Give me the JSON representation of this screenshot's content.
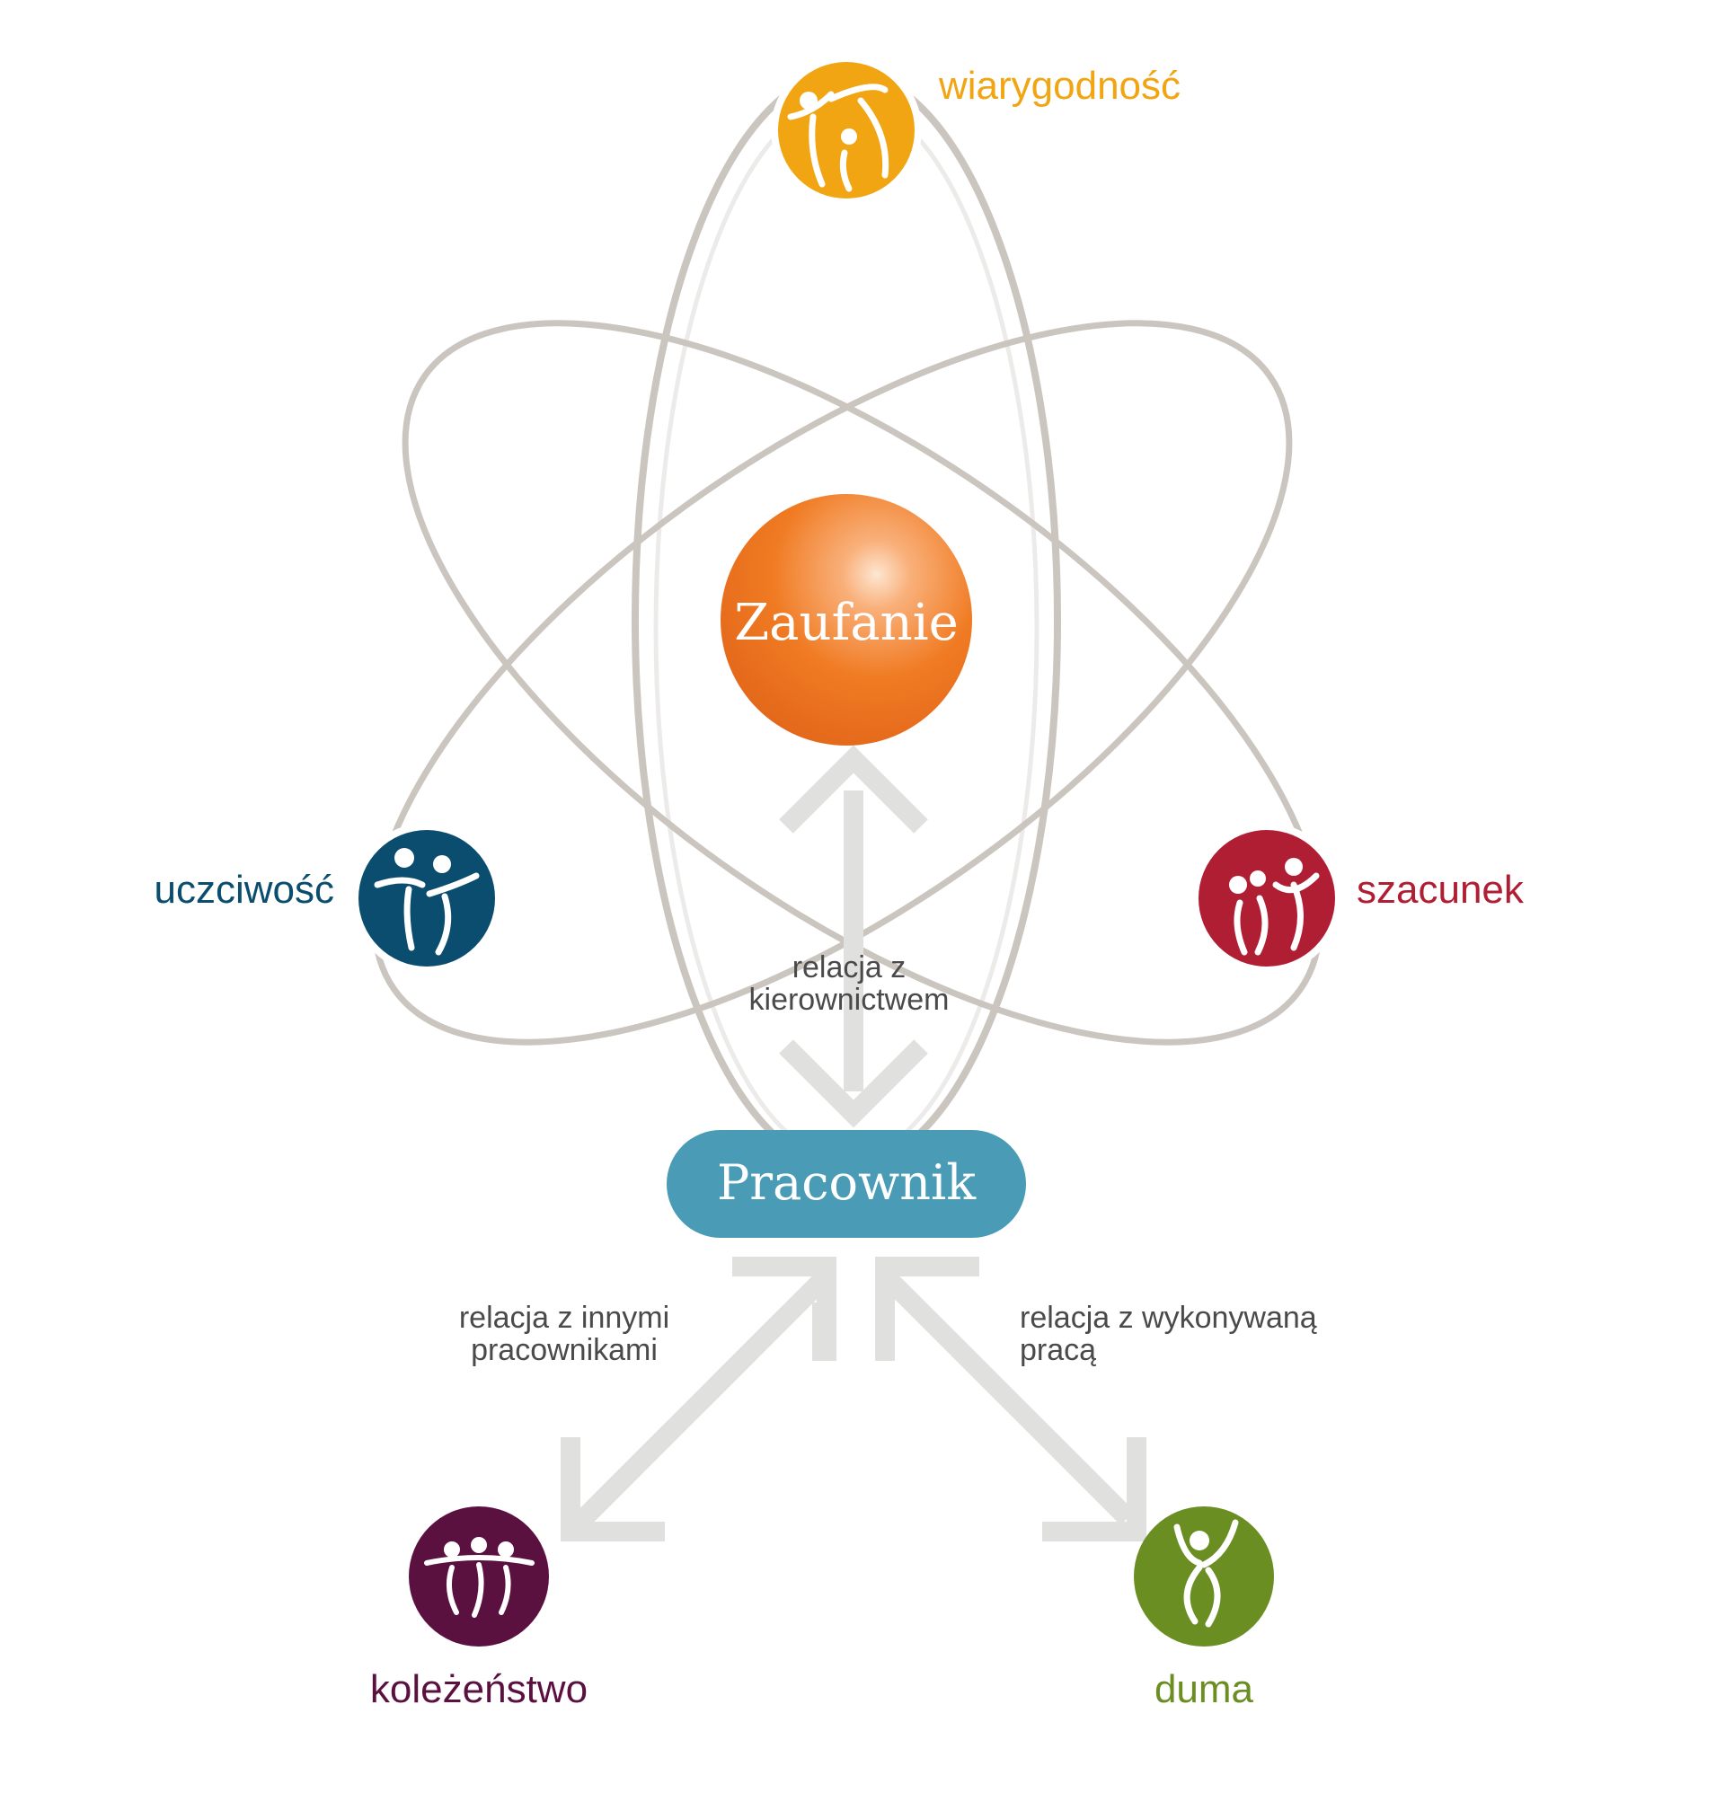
{
  "colors": {
    "orbit": "#cbc5bf",
    "arrow": "#e0e0de",
    "wiarygodnosc": "#f1a512",
    "uczciwosc": "#0b4d6e",
    "szacunek": "#b01e34",
    "kolezenstwo": "#5b1140",
    "duma": "#6b8e23",
    "zaufanie": "#f07b23",
    "pracownik": "#4a9bb6",
    "text_dark": "#4a4a4a"
  },
  "center": {
    "label": "Zaufanie"
  },
  "employee": {
    "label": "Pracownik"
  },
  "values": {
    "wiarygodnosc": {
      "label": "wiarygodność",
      "icon": "people-climbing-icon"
    },
    "uczciwosc": {
      "label": "uczciwość",
      "icon": "people-reaching-icon"
    },
    "szacunek": {
      "label": "szacunek",
      "icon": "people-greeting-icon"
    }
  },
  "relations": {
    "management": {
      "line1": "relacja z",
      "line2": "kierownictwem"
    },
    "colleagues": {
      "line1": "relacja z innymi",
      "line2": "pracownikami"
    },
    "work": {
      "line1": "relacja z wykonywaną",
      "line2": "pracą"
    }
  },
  "outcomes": {
    "kolezenstwo": {
      "label": "koleżeństwo",
      "icon": "group-hug-icon"
    },
    "duma": {
      "label": "duma",
      "icon": "person-cheering-icon"
    }
  }
}
